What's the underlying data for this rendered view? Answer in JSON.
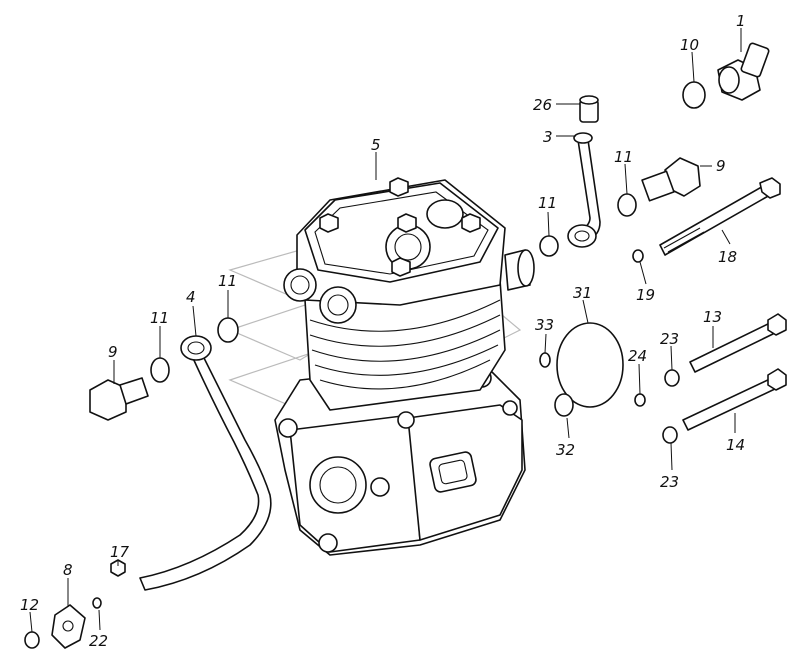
{
  "diagram": {
    "labels": {
      "l1": "1",
      "l10": "10",
      "l26": "26",
      "l3": "3",
      "l5": "5",
      "l11a": "11",
      "l9a": "9",
      "l11b": "11",
      "l18": "18",
      "l19": "19",
      "l31": "31",
      "l33": "33",
      "l24": "24",
      "l23a": "23",
      "l13": "13",
      "l32": "32",
      "l14": "14",
      "l23b": "23",
      "l11c": "11",
      "l4": "4",
      "l11d": "11",
      "l9b": "9",
      "l17": "17",
      "l8": "8",
      "l12": "12",
      "l22": "22"
    }
  }
}
